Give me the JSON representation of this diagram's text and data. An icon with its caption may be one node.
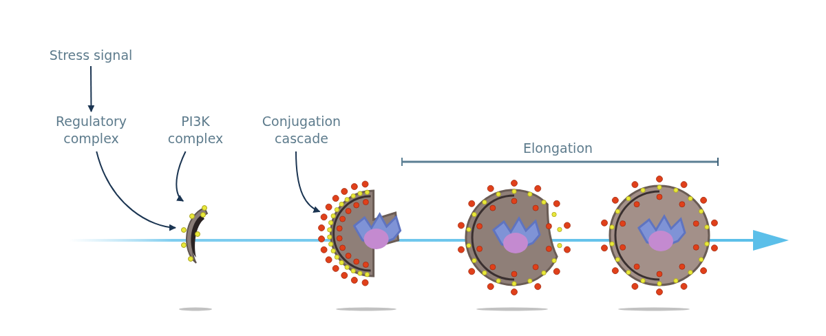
{
  "diagram": {
    "nodes": [
      {
        "text": [
          "Stress signal"
        ]
      },
      {
        "text": [
          "Regulatory complex"
        ]
      },
      {
        "text": [
          "PI3K complex"
        ]
      },
      {
        "text": [
          "Conjugation cascade"
        ]
      },
      {
        "text": [],
        "shape": "picture"
      },
      {
        "text": [],
        "shape": "picture"
      },
      {
        "text": [],
        "shape": "picture"
      },
      {
        "text": [],
        "shape": "picture"
      }
    ],
    "edges": [
      {
        "from": 0,
        "to": 1,
        "arrow": "to"
      },
      {
        "from": 1,
        "to": 4,
        "arrow": "to"
      },
      {
        "from": 2,
        "to": 4,
        "arrow": "to"
      },
      {
        "from": 3,
        "to": 5,
        "arrow": "to"
      }
    ],
    "labels": [
      "Elongation"
    ]
  }
}
